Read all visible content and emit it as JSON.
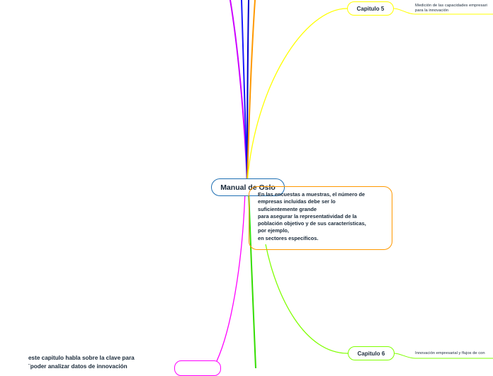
{
  "map": {
    "root": "Manual de Oslo",
    "chapter5": {
      "label": "Capitulo 5",
      "leaf": "Medición de las capacidades empresari\npara la innovación"
    },
    "chapter6": {
      "label": "Capitulo 6",
      "leaf": "Innovación empresarial y flujos de con"
    },
    "note": "En las encuestas a muestras, el número de\nempresas incluidas debe ser lo\nsuficientemente grande\npara asegurar la representatividad de la\npoblación objetivo y de sus características,\npor ejemplo,\nen sectores específicos.",
    "bottom_note": "este capitulo habla sobre la clave para\n¨poder analizar datos de innovación"
  },
  "colors": {
    "root_border": "#1e6fb3",
    "chapter5_branch": "#ffff00",
    "chapter6_branch": "#7fff00",
    "note_branch": "#ff9900",
    "magenta_branch": "#cc00ff",
    "blue_branch": "#0000ff",
    "navy_branch": "#1a1aff"
  }
}
